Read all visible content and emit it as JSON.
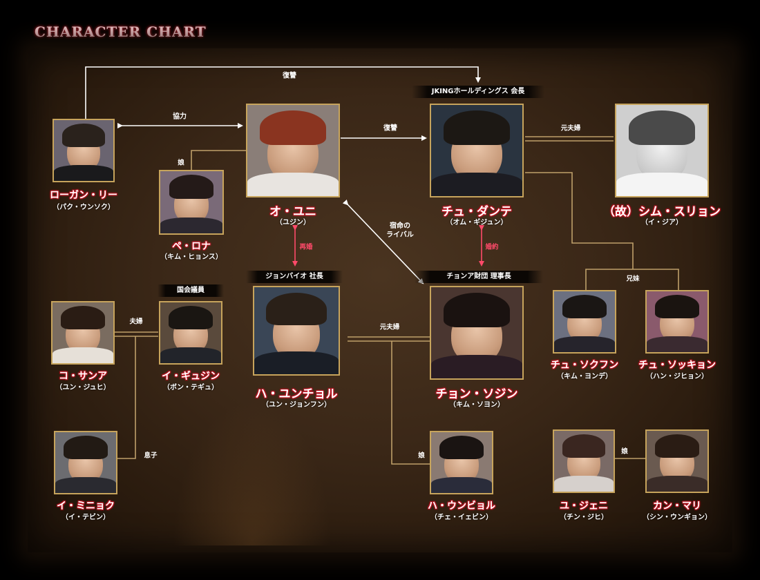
{
  "header": {
    "title": "CHARACTER CHART"
  },
  "titles": {
    "jking": "JKINGホールディングス 会長",
    "jonbio": "ジョンバイオ 社長",
    "cheonga": "チョンア財団 理事長",
    "lawmaker": "国会議員"
  },
  "relations": {
    "revenge_top": "復讐",
    "cooperation": "協力",
    "revenge_mid": "復讐",
    "ex_couple_top": "元夫婦",
    "daughter_pe": "娘",
    "destined_rival": "宿命の\nライバル",
    "remarriage": "再婚",
    "engagement": "婚約",
    "siblings": "兄妹",
    "married": "夫婦",
    "ex_couple_mid": "元夫婦",
    "son": "息子",
    "daughter_ha": "娘",
    "daughter_yu": "娘"
  },
  "characters": {
    "logan": {
      "name": "ローガン・リー",
      "actor": "（パク・ウンソク）"
    },
    "oyuni": {
      "name": "オ・ユニ",
      "actor": "（ユジン）"
    },
    "dante": {
      "name": "チュ・ダンテ",
      "actor": "（オム・ギジュン）"
    },
    "sim": {
      "name": "（故）シム・スリョン",
      "actor": "（イ・ジア）"
    },
    "pe": {
      "name": "ペ・ロナ",
      "actor": "（キム・ヒョンス）"
    },
    "hayun": {
      "name": "ハ・ユンチョル",
      "actor": "（ユン・ジョンフン）"
    },
    "sojin": {
      "name": "チョン・ソジン",
      "actor": "（キム・ソヨン）"
    },
    "sokhun": {
      "name": "チュ・ソクフン",
      "actor": "（キム・ヨンデ）"
    },
    "sokkyon": {
      "name": "チュ・ソッキョン",
      "actor": "（ハン・ジヒョン）"
    },
    "sanga": {
      "name": "コ・サンア",
      "actor": "（ユン・ジュヒ）"
    },
    "gyujin": {
      "name": "イ・ギュジン",
      "actor": "（ボン・テギュ）"
    },
    "minyok": {
      "name": "イ・ミニョク",
      "actor": "（イ・テビン）"
    },
    "unbyol": {
      "name": "ハ・ウンビョル",
      "actor": "（チェ・イェビン）"
    },
    "jeni": {
      "name": "ユ・ジェニ",
      "actor": "（チン・ジヒ）"
    },
    "mari": {
      "name": "カン・マリ",
      "actor": "（シン・ウンギョン）"
    }
  },
  "colors": {
    "accent_gold": "#c7a45c",
    "name_glow": "#d01828",
    "relation_pink": "#ff4a6a",
    "connector_white": "#ffffff",
    "connector_gold": "#bfa06a"
  }
}
